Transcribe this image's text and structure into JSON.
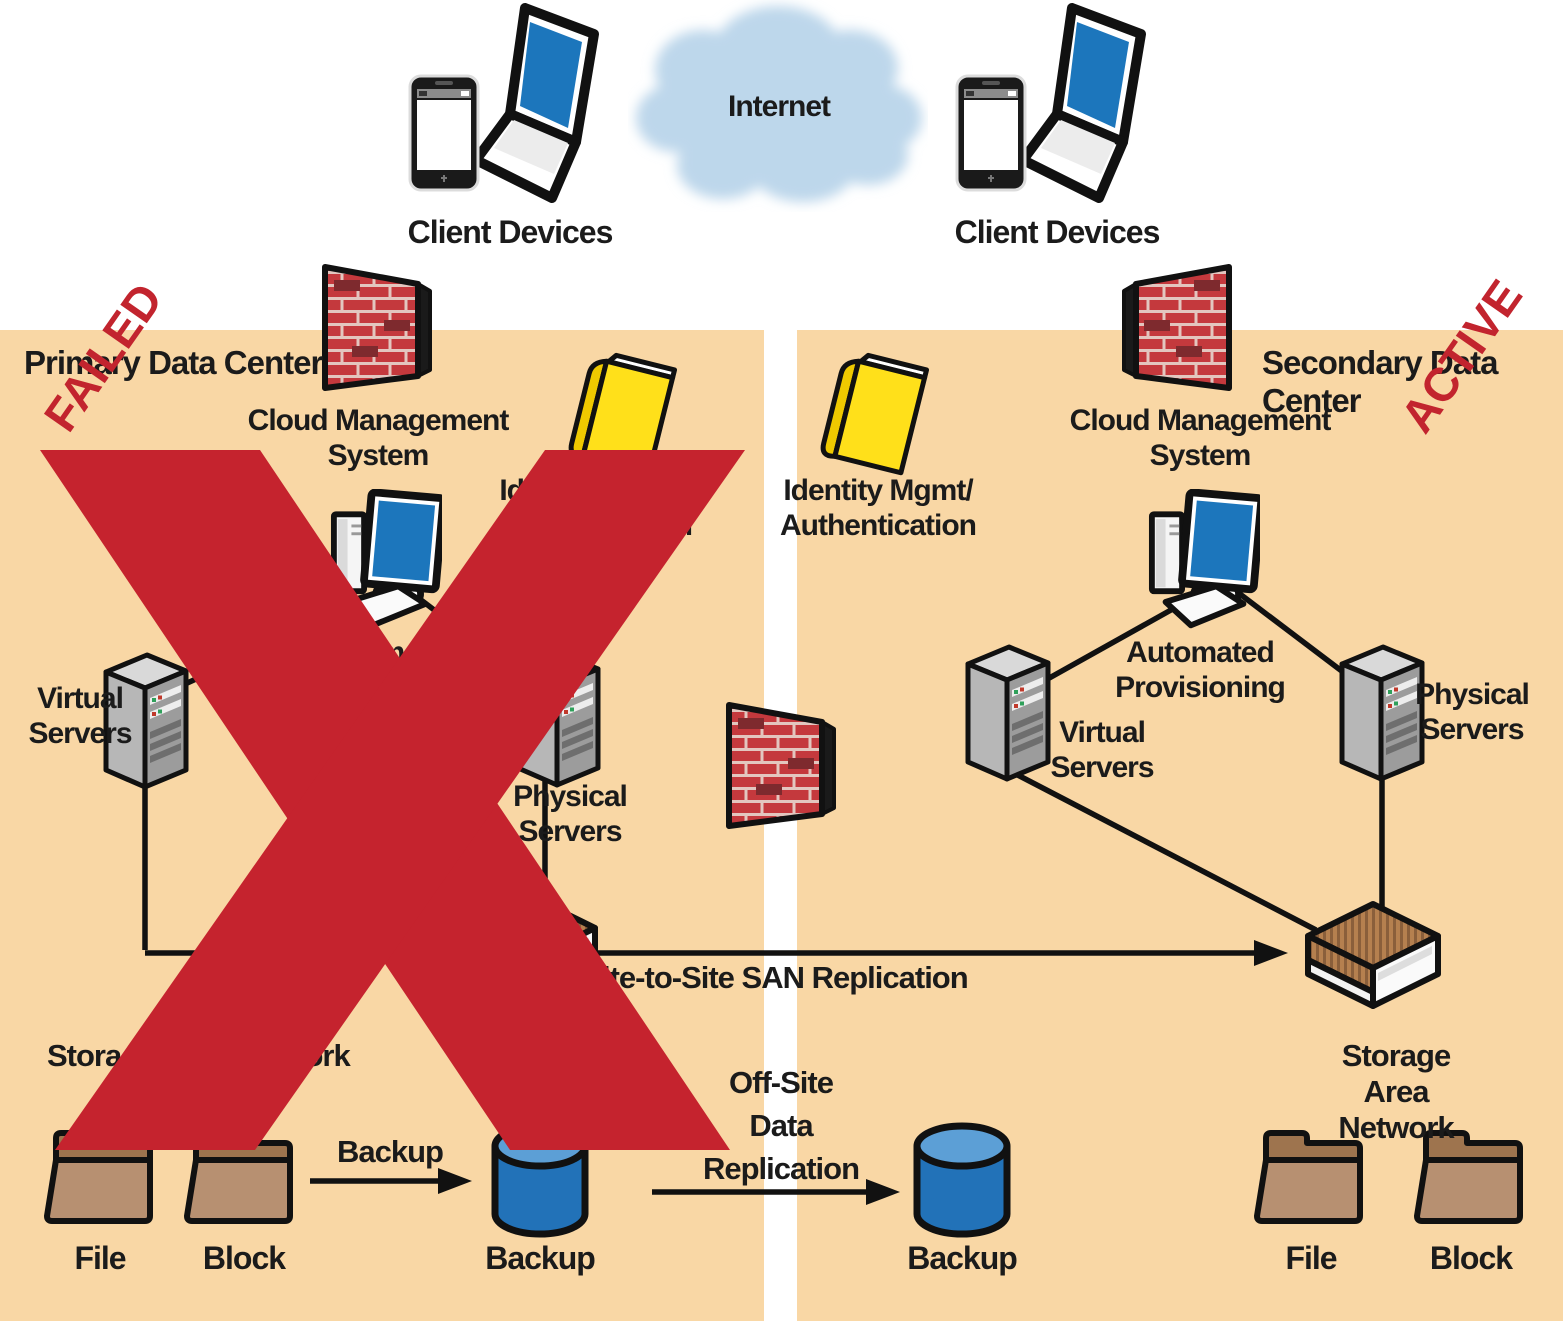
{
  "colors": {
    "datacenter_bg": "#F9D7A5",
    "cross_red": "#C5232E",
    "stamp_red": "#C2242E",
    "cloud_blue": "#BDD7EB",
    "screen_blue": "#1C76BC",
    "brick_red": "#C4393D",
    "book_yellow": "#FFE01A",
    "folder_brown": "#B79071",
    "cylinder_blue": "#2272B8"
  },
  "top_row": {
    "internet": "Internet",
    "client_devices_left": "Client Devices",
    "client_devices_right": "Client Devices"
  },
  "primary": {
    "title": "Primary Data Center",
    "stamp": "FAILED",
    "cloud_mgmt": "Cloud Management\nSystem",
    "identity": "Identity Mgmt/\nAuthentication",
    "automated": "Automated\nProvisioning",
    "virtual": "Virtual\nServers",
    "physical": "Physical\nServers",
    "san": "Storage Area Network",
    "file": "File",
    "block": "Block",
    "backup": "Backup",
    "backup_flow": "Backup"
  },
  "secondary": {
    "title": "Secondary Data Center",
    "stamp": "ACTIVE",
    "cloud_mgmt": "Cloud Management\nSystem",
    "identity": "Identity Mgmt/\nAuthentication",
    "automated": "Automated\nProvisioning",
    "virtual": "Virtual\nServers",
    "physical": "Physical\nServers",
    "san": "Storage Area Network",
    "file": "File",
    "block": "Block",
    "backup": "Backup"
  },
  "flows": {
    "san_replication": "Site-to-Site SAN Replication",
    "offsite_replication": "Off-Site\nData\nReplication"
  }
}
